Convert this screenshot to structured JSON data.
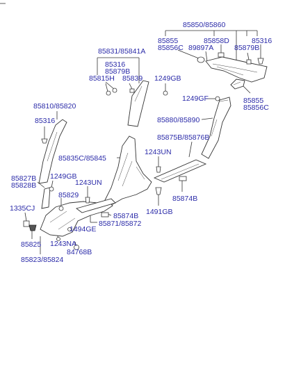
{
  "labels": {
    "l85850": "85850/85860",
    "l85855a": "85855",
    "l85856ca": "85856C",
    "l85858d": "85858D",
    "l89897a": "89897A",
    "l85316a": "85316",
    "l85879ba": "85879B",
    "l85831": "85831/85841A",
    "l85316b": "85316",
    "l85879bb": "85879B",
    "l85815h": "85815H",
    "l85839": "85839",
    "l1249gba": "1249GB",
    "l1249gf": "1249GF",
    "l85855b": "85855",
    "l85856cb": "85856C",
    "l85810": "85810/85820",
    "l85316c": "85316",
    "l85880": "85880/85890",
    "l85875b": "85875B/85876B",
    "l85835c": "85835C/85845",
    "l1243una": "1243UN",
    "l85827b": "85827B",
    "l85828b": "85828B",
    "l1249gbb": "1249GB",
    "l1243unb": "1243UN",
    "l85829": "85829",
    "l85874ba": "85874B",
    "l1335cj": "1335CJ",
    "l85874bb": "85874B",
    "l1491gb": "1491GB",
    "l85871": "85871/85872",
    "l1494ge": "1494GE",
    "l85825": "85825",
    "l1243na": "1243NA",
    "l84768b": "84768B",
    "l85823": "85823/85824"
  }
}
